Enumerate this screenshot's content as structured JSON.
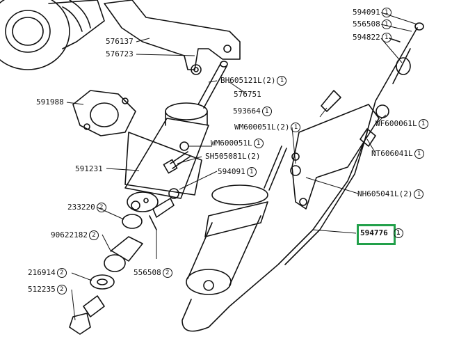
{
  "accent_color": "#22a04a",
  "labels": [
    {
      "id": "p594091a",
      "part": "594091",
      "qty": "1"
    },
    {
      "id": "p556508a",
      "part": "556508",
      "qty": "1"
    },
    {
      "id": "p594822",
      "part": "594822",
      "qty": "1"
    },
    {
      "id": "p576137",
      "part": "576137",
      "qty": ""
    },
    {
      "id": "p576723",
      "part": "576723",
      "qty": ""
    },
    {
      "id": "pBH605121L",
      "part": "BH605121L(2)",
      "qty": "1"
    },
    {
      "id": "p576751",
      "part": "576751",
      "qty": ""
    },
    {
      "id": "p591988",
      "part": "591988",
      "qty": ""
    },
    {
      "id": "p593664",
      "part": "593664",
      "qty": "1"
    },
    {
      "id": "pWM600051La",
      "part": "WM600051L(2)",
      "qty": "1"
    },
    {
      "id": "pWF600061L",
      "part": "WF600061L",
      "qty": "1"
    },
    {
      "id": "pWM600051Lb",
      "part": "WM600051L",
      "qty": "1"
    },
    {
      "id": "pSH505081L",
      "part": "SH505081L(2)",
      "qty": ""
    },
    {
      "id": "pNT606041L",
      "part": "NT606041L",
      "qty": "1"
    },
    {
      "id": "p591231",
      "part": "591231",
      "qty": ""
    },
    {
      "id": "p594091b",
      "part": "594091",
      "qty": "1"
    },
    {
      "id": "pNH605041L",
      "part": "NH605041L(2)",
      "qty": "1"
    },
    {
      "id": "p233220",
      "part": "233220",
      "qty": "2"
    },
    {
      "id": "p594776",
      "part": "594776",
      "qty": "1"
    },
    {
      "id": "p90622182",
      "part": "90622182",
      "qty": "2"
    },
    {
      "id": "p216914",
      "part": "216914",
      "qty": "2"
    },
    {
      "id": "p556508b",
      "part": "556508",
      "qty": "2"
    },
    {
      "id": "p512235",
      "part": "512235",
      "qty": "2"
    }
  ]
}
